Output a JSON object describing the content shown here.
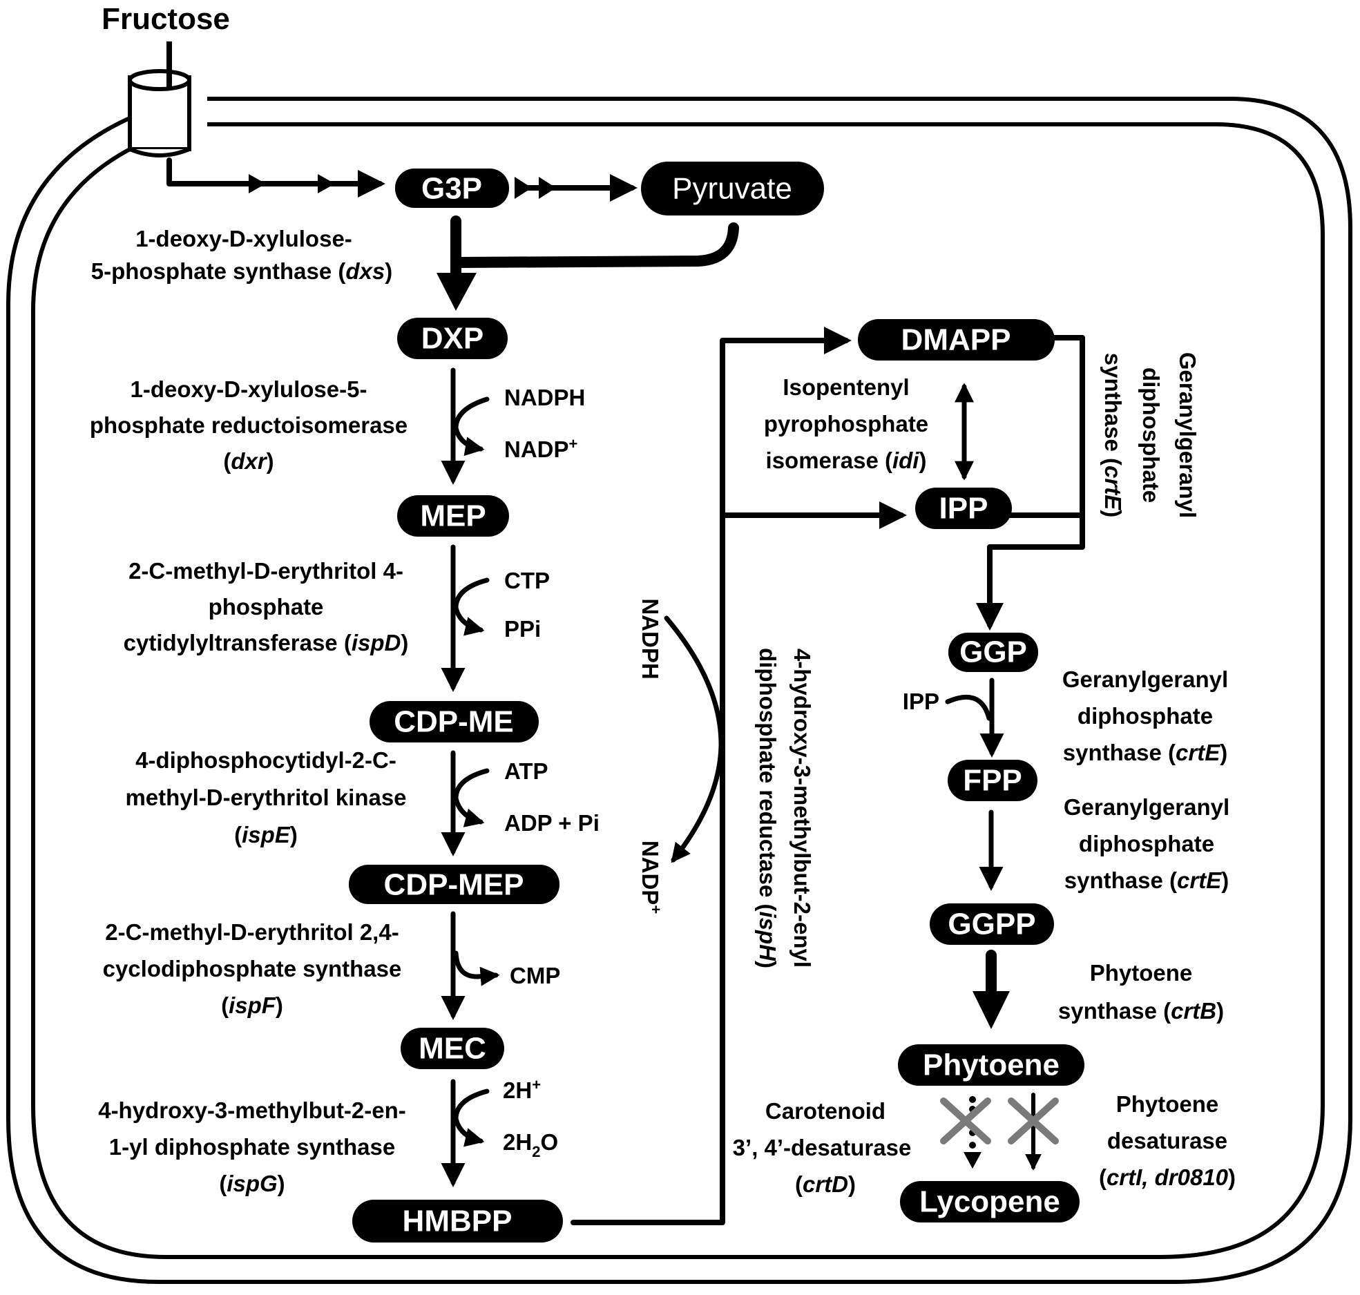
{
  "title": "Fructose",
  "metabolites": {
    "g3p": "G3P",
    "pyruvate": "Pyruvate",
    "dxp": "DXP",
    "mep": "MEP",
    "cdp_me": "CDP-ME",
    "cdp_mep": "CDP-MEP",
    "mec": "MEC",
    "hmbpp": "HMBPP",
    "dmapp": "DMAPP",
    "ipp": "IPP",
    "ggp": "GGP",
    "fpp": "FPP",
    "ggpp": "GGPP",
    "phytoene": "Phytoene",
    "lycopene": "Lycopene"
  },
  "enzymes": {
    "dxs": {
      "lines": [
        "1-deoxy-D-xylulose-",
        "5-phosphate synthase ("
      ],
      "gene": "dxs",
      "tail": ")"
    },
    "dxr": {
      "lines": [
        "1-deoxy-D-xylulose-5-",
        "phosphate  reductoisomerase",
        "("
      ],
      "gene": "dxr",
      "tail": ")"
    },
    "ispD": {
      "lines": [
        "2-C-methyl-D-erythritol 4-",
        "phosphate",
        "cytidylyltransferase ("
      ],
      "gene": "ispD",
      "tail": ")"
    },
    "ispE": {
      "lines": [
        "4-diphosphocytidyl-2-C-",
        "methyl-D-erythritol kinase",
        "("
      ],
      "gene": "ispE",
      "tail": ")"
    },
    "ispF": {
      "lines": [
        "2-C-methyl-D-erythritol 2,4-",
        "cyclodiphosphate synthase",
        "("
      ],
      "gene": "ispF",
      "tail": ")"
    },
    "ispG": {
      "lines": [
        "4-hydroxy-3-methylbut-2-en-",
        "1-yl diphosphate synthase",
        "("
      ],
      "gene": "ispG",
      "tail": ")"
    },
    "ispH": {
      "lines": [
        "4-hydroxy-3-methylbut-2-enyl",
        "diphosphate reductase ("
      ],
      "gene": "ispH",
      "tail": ")"
    },
    "idi": {
      "lines": [
        "Isopentenyl",
        "pyrophosphate",
        "isomerase ("
      ],
      "gene": "idi",
      "tail": ")"
    },
    "crtE_vertical": {
      "lines": [
        "Geranylgeranyl",
        "diphosphate",
        "synthase ("
      ],
      "gene": "crtE",
      "tail": ")"
    },
    "crtE_1": {
      "lines": [
        "Geranylgeranyl",
        "diphosphate",
        "synthase ("
      ],
      "gene": "crtE",
      "tail": ")"
    },
    "crtE_2": {
      "lines": [
        "Geranylgeranyl",
        "diphosphate",
        "synthase ("
      ],
      "gene": "crtE",
      "tail": ")"
    },
    "crtB": {
      "lines": [
        "Phytoene",
        "synthase ("
      ],
      "gene": "crtB",
      "tail": ")"
    },
    "crtD": {
      "lines": [
        "Carotenoid",
        "3’, 4’-desaturase",
        "("
      ],
      "gene": "crtD",
      "tail": ")"
    },
    "crtI": {
      "lines": [
        "Phytoene",
        "desaturase",
        "("
      ],
      "gene": "crtI, dr0810",
      "tail": ")"
    }
  },
  "cofactors": {
    "nadph_dxr": "NADPH",
    "nadp_dxr": "NADP",
    "nadp_dxr_sup": "+",
    "ctp": "CTP",
    "ppi": "PPi",
    "atp": "ATP",
    "adp_pi": "ADP + Pi",
    "cmp": "CMP",
    "h_in": "2H",
    "h_in_sup": "+",
    "h2o_pre": "2H",
    "h2o_sub": "2",
    "h2o_post": "O",
    "nadph_isph": "NADPH",
    "nadp_isph": "NADP",
    "nadp_isph_sup": "+",
    "ipp_side": "IPP"
  },
  "colors": {
    "node_fill": "#000000",
    "node_text": "#ffffff",
    "blocked_mark": "#7a7a7a"
  }
}
